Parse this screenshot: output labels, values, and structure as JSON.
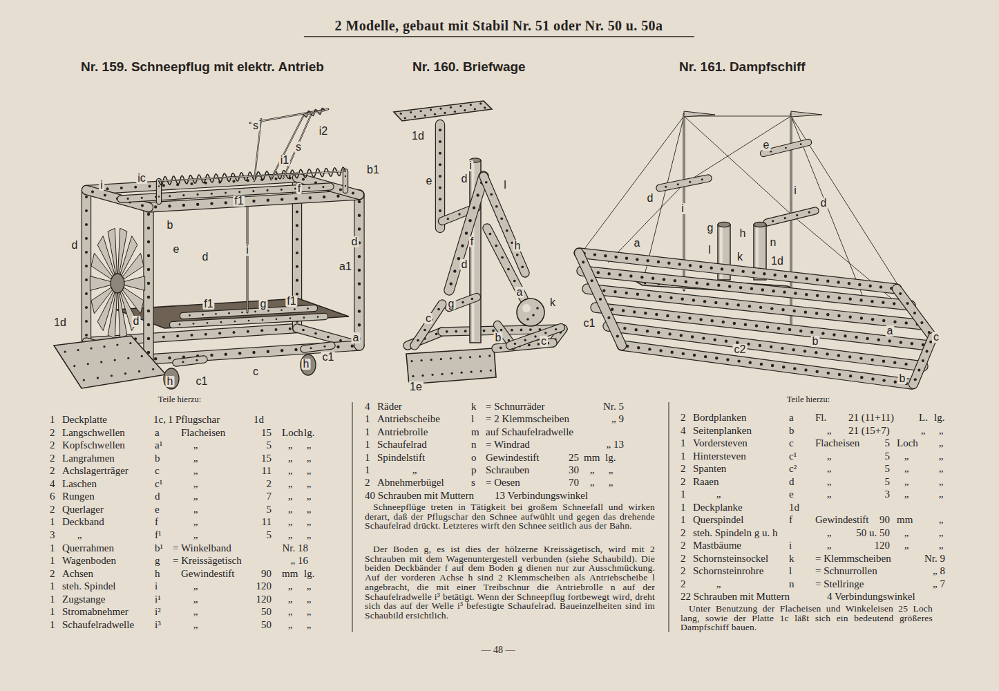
{
  "diagram": {
    "title": "2 Modelle, gebaut mit Stabil Nr. 51 oder Nr. 50 u. 50a",
    "labels": [
      "Nr. 159. Schneepflug mit elektr. Antrieb",
      "Nr. 160. Briefwage",
      "Nr. 161. Dampfschiff",
      "s",
      "i2",
      "s",
      "i1",
      "b1",
      "ic",
      "i",
      "f",
      "f1",
      "b",
      "d",
      "e",
      "d",
      "i",
      "d",
      "a1",
      "g",
      "f1",
      "f1",
      "1d",
      "d",
      "a",
      "c1",
      "h",
      "c",
      "h",
      "c1",
      "1d",
      "e",
      "i",
      "d",
      "l",
      "f",
      "h",
      "d",
      "a",
      "g",
      "k",
      "c",
      "b",
      "c",
      "1e",
      "e",
      "i",
      "d",
      "d",
      "i",
      "g",
      "h",
      "n",
      "a",
      "l",
      "k",
      "1d",
      "c1",
      "a",
      "c",
      "b",
      "c2",
      "b",
      "Teile hierzu:",
      "1",
      "Deckplatte",
      "1c,",
      "1",
      "Pflugschar",
      "1d",
      "2",
      "Langschwellen",
      "a",
      "Flacheisen",
      "15",
      "Loch",
      "lg.",
      "2",
      "Kopfschwellen",
      "a¹",
      "„",
      "5",
      "„",
      "„",
      "2",
      "Langrahmen",
      "b",
      "„",
      "15",
      "„",
      "„",
      "2",
      "Achslagerträger",
      "c",
      "„",
      "11",
      "„",
      "„",
      "4",
      "Laschen",
      "c¹",
      "„",
      "2",
      "„",
      "„",
      "6",
      "Rungen",
      "d",
      "„",
      "7",
      "„",
      "„",
      "2",
      "Querlager",
      "e",
      "„",
      "5",
      "„",
      "„",
      "1",
      "Deckband",
      "f",
      "„",
      "11",
      "„",
      "„",
      "3",
      "„",
      "f¹",
      "„",
      "5",
      "„",
      "„",
      "1",
      "Querrahmen",
      "b¹",
      "= Winkelband",
      "Nr. 18",
      "1",
      "Wagenboden",
      "g",
      "= Kreissägetisch",
      "„ 16",
      "2",
      "Achsen",
      "h",
      "Gewindestift",
      "90",
      "mm",
      "lg.",
      "1",
      "steh. Spindel",
      "i",
      "„",
      "120",
      "„",
      "„",
      "1",
      "Zugstange",
      "i¹",
      "„",
      "120",
      "„",
      "„",
      "1",
      "Stromabnehmer",
      "i²",
      "„",
      "50",
      "„",
      "„",
      "1",
      "Schaufelradwelle",
      "i³",
      "„",
      "50",
      "„",
      "„",
      "4",
      "Räder",
      "k",
      "= Schnurräder",
      "Nr. 5",
      "1",
      "Antriebscheibe",
      "l",
      "= 2 Klemmscheiben",
      "„ 9",
      "1",
      "Antriebrolle",
      "m",
      "auf Schaufelradwelle",
      "1",
      "Schaufelrad",
      "n",
      "= Windrad",
      "„ 13",
      "1",
      "Spindelstift",
      "o",
      "Gewindestift",
      "25",
      "mm",
      "lg.",
      "1",
      "„",
      "p",
      "Schrauben",
      "30",
      "„",
      "„",
      "2",
      "Abnehmerbügel",
      "s",
      "= Oesen",
      "70",
      "„",
      "„",
      "40 Schrauben mit Muttern",
      "13 Verbindungswinkel",
      "Schneepflüge treten in Tätigkeit bei großem Schneefall und wirken derart, daß der Pflugschar den Schnee aufwühlt und gegen das drehende Schaufelrad drückt. Letzteres wirft den Schnee seitlich aus der Bahn.",
      "Der Boden g, es ist dies der hölzerne Kreissägetisch, wird mit 2 Schrauben mit dem Wagenuntergestell verbunden (siehe Schaubild). Die beiden Deckbänder f auf dem Boden g dienen nur zur Ausschmückung. Auf der vorderen Achse h sind 2 Klemmscheiben als Antriebscheibe l angebracht, die mit einer Treibschnur die Antriebrolle n auf der Schaufelradwelle i³ betätigt. Wenn der Schneepflug fortbewegt wird, dreht sich das auf der Welle i³ befestigte Schaufelrad. Baueinzelheiten sind im Schaubild ersichtlich.",
      "Teile hierzu:",
      "2",
      "Bordplanken",
      "a",
      "Fl.",
      "21 (11+11)",
      "L.",
      "lg.",
      "4",
      "Seitenplanken",
      "b",
      "„",
      "21 (15+7)",
      "„",
      "„",
      "1",
      "Vordersteven",
      "c",
      "Flacheisen",
      "5",
      "Loch",
      "„",
      "1",
      "Hintersteven",
      "c¹",
      "„",
      "5",
      "„",
      "„",
      "2",
      "Spanten",
      "c²",
      "„",
      "5",
      "„",
      "„",
      "2",
      "Raaen",
      "d",
      "„",
      "5",
      "„",
      "„",
      "1",
      "„",
      "e",
      "„",
      "3",
      "„",
      "„",
      "1",
      "Deckplanke",
      "1d",
      "1",
      "Querspindel",
      "f",
      "Gewindestift",
      "90",
      "mm",
      "„",
      "2",
      "steh. Spindeln g u. h",
      "„",
      "50 u. 50",
      "„",
      "„",
      "2",
      "Mastbäume",
      "i",
      "„",
      "120",
      "„",
      "„",
      "2",
      "Schornsteinsockel",
      "k",
      "= Klemmscheiben",
      "Nr. 9",
      "2",
      "Schornsteinrohre",
      "l",
      "= Schnurrollen",
      "„ 8",
      "2",
      "„",
      "n",
      "= Stellringe",
      "„ 7",
      "22 Schrauben mit Muttern",
      "4 Verbindungswinkel",
      "Unter Benutzung der Flacheisen und Winkeleisen 25 Loch lang, sowie der Platte 1c läßt sich ein bedeutend größeres Dampfschiff bauen.",
      "— 48 —"
    ]
  }
}
